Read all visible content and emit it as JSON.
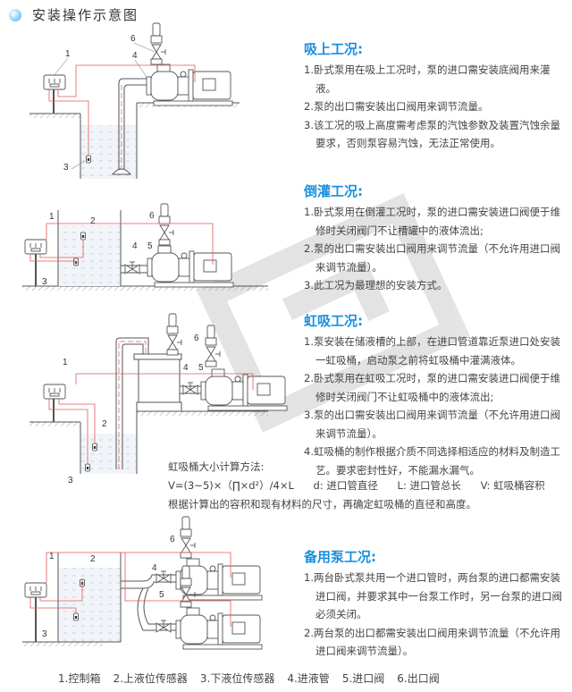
{
  "header": {
    "title": "安装操作示意图",
    "icon": "blue-bullet-ball"
  },
  "sections": [
    {
      "title": "吸上工况:",
      "items": [
        "1.卧式泵用在吸上工况时，泵的进口需安装底阀用来灌液。",
        "2.泵的出口需安装出口阀用来调节流量。",
        "3.该工况的吸上高度需考虑泵的汽蚀参数及装置汽蚀余量要求，否则泵容易汽蚀，无法正常使用。"
      ]
    },
    {
      "title": "倒灌工况:",
      "items": [
        "1.卧式泵用在倒灌工况时，泵的进口需安装进口阀便于维修时关闭阀门不让槽罐中的液体流出;",
        "2.泵的出口需安装出口阀用来调节流量（不允许用进口阀来调节流量）。",
        "3.此工况为最理想的安装方式。"
      ]
    },
    {
      "title": "虹吸工况:",
      "items": [
        "1.泵安装在储液槽的上部，在进口管道靠近泵进口处安装一虹吸桶，启动泵之前将虹吸桶中灌满液体。",
        "2.卧式泵用在虹吸工况时，泵的进口需安装进口阀便于维修时关闭阀门不让虹吸桶中的液体流出;",
        "3.泵的出口需安装出口阀用来调节流量（不允许用进口阀来调节流量）。",
        "4.虹吸桶的制作根据介质不同选择相适应的材料及制造工艺。要求密封性好，不能漏水漏气。"
      ]
    },
    {
      "title": "备用泵工况:",
      "items": [
        "1.两台卧式泵共用一个进口管时，两台泵的进口都需安装进口阀，并要求其中一台泵工作时，另一台泵的进口阀必须关闭。",
        "2.两台泵的出口都需安装出口阀用来调节流量（不允许用进口阀来调节流量）。"
      ]
    }
  ],
  "formula": {
    "heading": "虹吸桶大小计算方法:",
    "expression": "V=(3~5)×（∏×d²）/4×L",
    "d_def": "d: 进口管直径",
    "l_def": "L: 进口管总长",
    "v_def": "V: 虹吸桶容积",
    "note": "根据计算出的容积和现有材料的尺寸，再确定虹吸桶的直径和高度。"
  },
  "diagram_labels": {
    "n1": "1",
    "n2": "2",
    "n3": "3",
    "n4": "4",
    "n5": "5",
    "n6": "6"
  },
  "legend": [
    "1.控制箱",
    "2.上液位传感器",
    "3.下液位传感器",
    "4.进液管",
    "5.进口阀",
    "6.出口阀"
  ],
  "colors": {
    "title_blue": "#1a8fe0",
    "wire_red": "#e25a5a",
    "line_gray": "#555555"
  }
}
